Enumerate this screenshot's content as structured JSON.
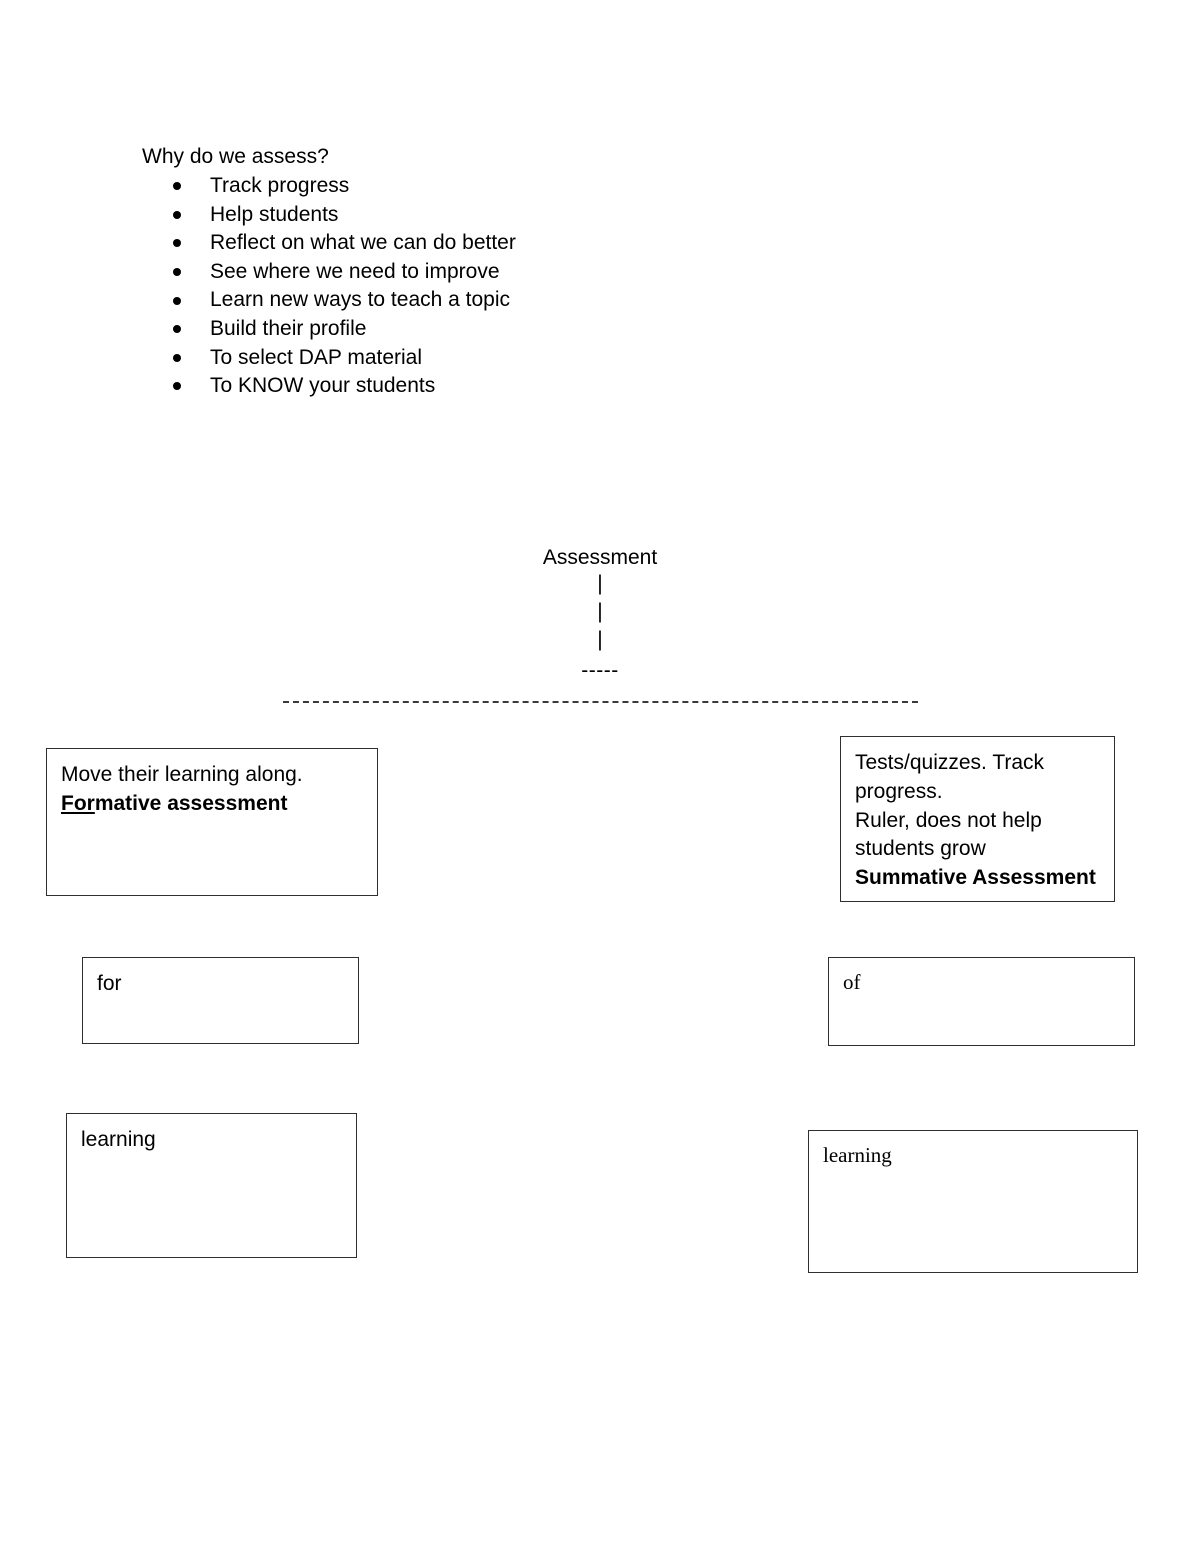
{
  "notes": {
    "heading": "Why do we assess?",
    "bullets": [
      "Track progress",
      "Help students",
      "Reflect on what we can do better",
      "See where we need to improve",
      "Learn new ways to teach a topic",
      "Build their profile",
      "To select DAP material",
      "To KNOW your students"
    ]
  },
  "diagram": {
    "title": "Assessment",
    "stem_mark": "|",
    "branch_dashes": "-----"
  },
  "boxes": {
    "formative": {
      "line1": "Move their learning along.",
      "line2_underlined": "For",
      "line2_rest": "mative assessment"
    },
    "summative": {
      "line1": "Tests/quizzes. Track",
      "line2": "progress.",
      "line3": "Ruler, does not help",
      "line4": "students grow",
      "line5": "Summative Assessment"
    },
    "for": {
      "text": "for"
    },
    "of": {
      "text": "of"
    },
    "learning_left": {
      "text": "learning"
    },
    "learning_right": {
      "text": "learning"
    }
  },
  "colors": {
    "page_background": "#ffffff",
    "text": "#000000",
    "box_border": "#2f2f2f",
    "divider": "#3a3a3a"
  }
}
